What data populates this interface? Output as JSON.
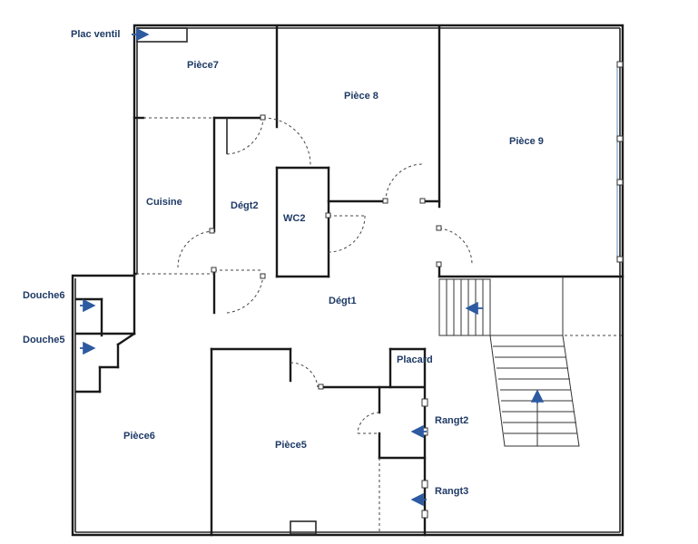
{
  "rooms": {
    "plac_ventil": "Plac ventil",
    "piece7": "Pièce7",
    "piece8": "Pièce 8",
    "piece9": "Pièce 9",
    "cuisine": "Cuisine",
    "degt2": "Dégt2",
    "wc2": "WC2",
    "degt1": "Dégt1",
    "douche6": "Douche6",
    "douche5": "Douche5",
    "placard": "Placard",
    "rangt2": "Rangt2",
    "rangt3": "Rangt3",
    "piece6": "Pièce6",
    "piece5": "Pièce5"
  },
  "colors": {
    "label": "#1f3a66",
    "arrow": "#2d5aa0",
    "wall": "#1a1a1a"
  }
}
